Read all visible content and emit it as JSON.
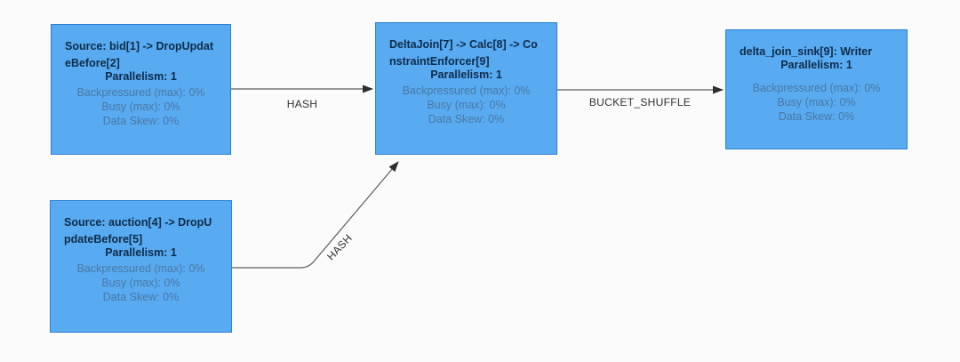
{
  "background": "#fbfbfb",
  "palette": {
    "node_fill": "#58aaf1",
    "node_border": "#2f80d4",
    "title_color": "#0e2c4a",
    "metrics_color": "#4a79a5",
    "edge_color": "#5c5c5c",
    "edge_label_color": "#2f2f2f"
  },
  "nodes": [
    {
      "id": "source-bid",
      "title": "Source: bid[1] -> DropUpdateBefore[2]",
      "parallelism": "Parallelism: 1",
      "metrics": [
        "Backpressured (max): 0%",
        "Busy (max): 0%",
        "Data Skew: 0%"
      ]
    },
    {
      "id": "delta-join",
      "title": "DeltaJoin[7] -> Calc[8] -> ConstraintEnforcer[9]",
      "parallelism": "Parallelism: 1",
      "metrics": [
        "Backpressured (max): 0%",
        "Busy (max): 0%",
        "Data Skew: 0%"
      ]
    },
    {
      "id": "delta-join-sink-writer",
      "title": "delta_join_sink[9]: Writer",
      "parallelism": "Parallelism: 1",
      "metrics": [
        "Backpressured (max): 0%",
        "Busy (max): 0%",
        "Data Skew: 0%"
      ]
    },
    {
      "id": "source-auction",
      "title": "Source: auction[4] -> DropUpdateBefore[5]",
      "parallelism": "Parallelism: 1",
      "metrics": [
        "Backpressured (max): 0%",
        "Busy (max): 0%",
        "Data Skew: 0%"
      ]
    }
  ],
  "edges": [
    {
      "label": "HASH",
      "from": "source-bid",
      "to": "delta-join"
    },
    {
      "label": "BUCKET_SHUFFLE",
      "from": "delta-join",
      "to": "delta-join-sink-writer"
    },
    {
      "label": "HASH",
      "from": "source-auction",
      "to": "delta-join"
    }
  ]
}
